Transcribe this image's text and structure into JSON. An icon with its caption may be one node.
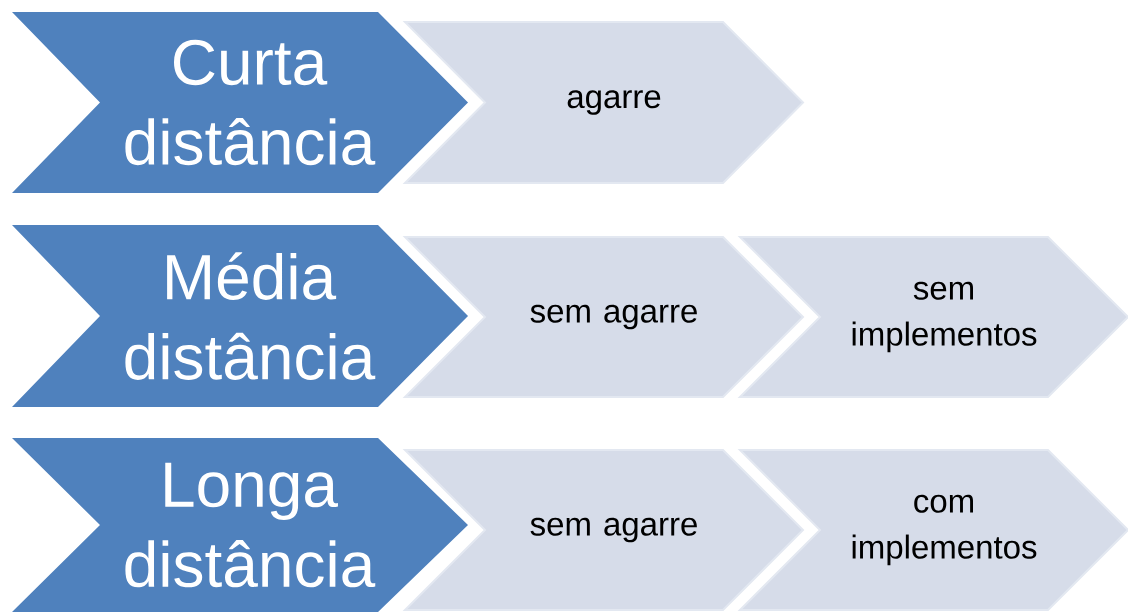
{
  "diagram": {
    "nodes": [
      {
        "text": [
          "Curta distância"
        ]
      },
      {
        "text": [
          "agarre"
        ]
      },
      {
        "text": [
          "Média distância"
        ]
      },
      {
        "text": [
          "sem agarre"
        ]
      },
      {
        "text": [
          "sem implementos"
        ]
      },
      {
        "text": [
          "Longa distância"
        ]
      },
      {
        "text": [
          "sem agarre"
        ]
      },
      {
        "text": [
          "com implementos"
        ]
      }
    ]
  }
}
